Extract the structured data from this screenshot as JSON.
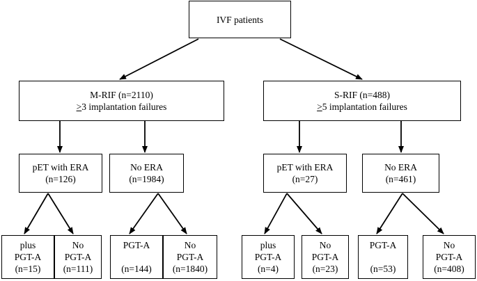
{
  "root": {
    "label": "IVF patients"
  },
  "mrif": {
    "line1": "M-RIF (n=2110)",
    "ge": ">",
    "line2": "3 implantation failures"
  },
  "srif": {
    "line1": "S-RIF (n=488)",
    "ge": ">",
    "line2": "5 implantation failures"
  },
  "m_era": {
    "line1": "pET with ERA",
    "line2": "(n=126)"
  },
  "m_noera": {
    "line1": "No ERA",
    "line2": "(n=1984)"
  },
  "s_era": {
    "line1": "pET with ERA",
    "line2": "(n=27)"
  },
  "s_noera": {
    "line1": "No ERA",
    "line2": "(n=461)"
  },
  "leaves": {
    "m_era_plus": {
      "line1": "plus",
      "line2": "PGT-A",
      "line3": "(n=15)"
    },
    "m_era_no": {
      "line1": "No",
      "line2": "PGT-A",
      "line3": "(n=111)"
    },
    "m_noera_pgta": {
      "line1": "PGT-A",
      "line3": "(n=144)"
    },
    "m_noera_no": {
      "line1": "No",
      "line2": "PGT-A",
      "line3": "(n=1840)"
    },
    "s_era_plus": {
      "line1": "plus",
      "line2": "PGT-A",
      "line3": "(n=4)"
    },
    "s_era_no": {
      "line1": "No",
      "line2": "PGT-A",
      "line3": "(n=23)"
    },
    "s_noera_pgta": {
      "line1": "PGT-A",
      "line3": "(n=53)"
    },
    "s_noera_no": {
      "line1": "No",
      "line2": "PGT-A",
      "line3": "(n=408)"
    }
  }
}
